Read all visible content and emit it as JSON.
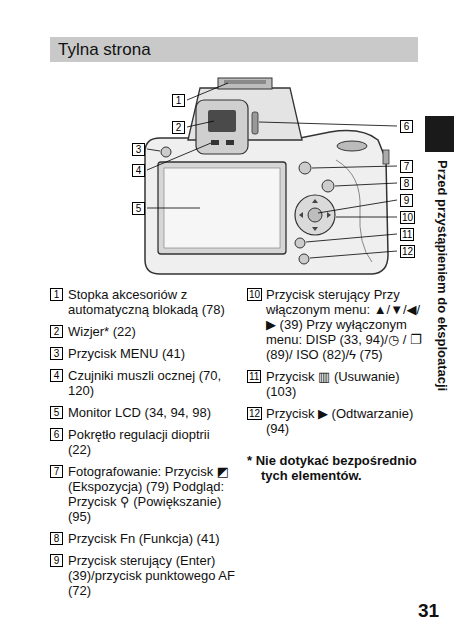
{
  "diagram": {
    "title": "Tylna strona",
    "labels": [
      "1",
      "2",
      "3",
      "4",
      "5",
      "6",
      "7",
      "8",
      "9",
      "10",
      "11",
      "12",
      "1",
      "Stopka akcesoriów z automatyczną blokadą (78)",
      "2",
      "Wizjer* (22)",
      "3",
      "Przycisk MENU (41)",
      "4",
      "Czujniki muszli ocznej (70, 120)",
      "5",
      "Monitor LCD (34, 94, 98)",
      "6",
      "Pokrętło regulacji dioptrii (22)",
      "7",
      "Fotografowanie: Przycisk ◩ (Ekspozycja) (79) Podgląd: Przycisk ⚲ (Powiększanie) (95)",
      "8",
      "Przycisk Fn (Funkcja) (41)",
      "9",
      "Przycisk sterujący (Enter) (39)/przycisk punktowego AF (72)",
      "10",
      "Przycisk sterujący Przy włączonym menu: ▲/▼/◀/▶ (39) Przy wyłączonym menu: DISP (33, 94)/◷ / ❐ (89)/ ISO (82)/ϟ (75)",
      "11",
      "Przycisk ▥ (Usuwanie) (103)",
      "12",
      "Przycisk ▶ (Odtwarzanie) (94)",
      "* Nie dotykać bezpośrednio tych elementów.",
      "Przed przystąpieniem do eksploatacji",
      "31"
    ]
  }
}
